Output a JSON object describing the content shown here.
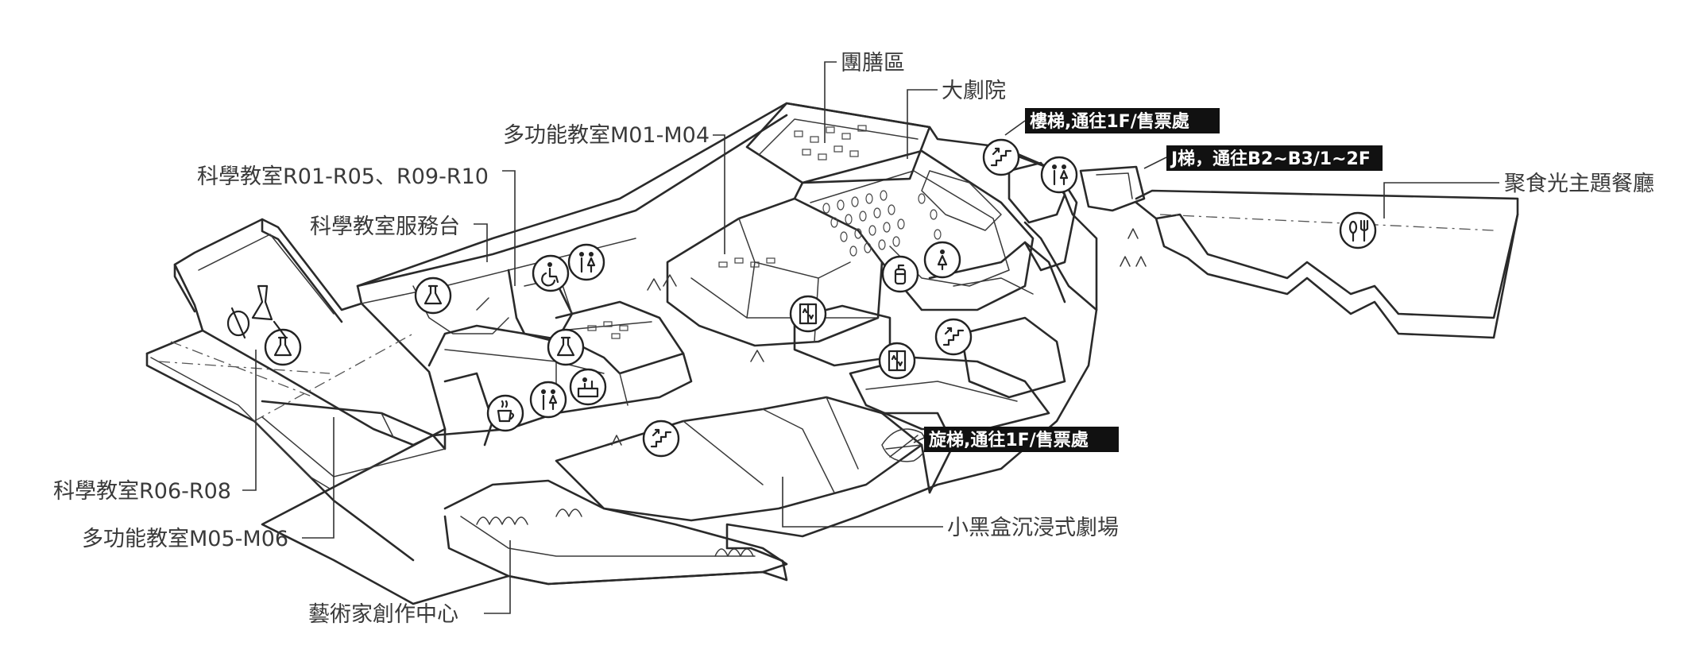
{
  "labels": {
    "catering": "團膳區",
    "grand_theater": "大劇院",
    "multi_m01_m04": "多功能教室M01-M04",
    "science_r01": "科學教室R01-R05、R09-R10",
    "science_service": "科學教室服務台",
    "food_court": "聚食光主題餐廳",
    "science_r06": "科學教室R06-R08",
    "multi_m05_m06": "多功能教室M05-M06",
    "black_box": "小黑盒沉浸式劇場",
    "artist_center": "藝術家創作中心"
  },
  "tags": {
    "stairs_1f": "樓梯,通往1F/售票處",
    "elevator_j": "J梯，通往B2~B3/1~2F",
    "spiral_stairs": "旋梯,通往1F/售票處"
  },
  "icons": [
    "science-flask",
    "wheelchair-restroom",
    "restroom",
    "science-flask",
    "cafe-cup",
    "restroom",
    "service-desk",
    "stairs",
    "elevator",
    "restroom",
    "fire-extinguisher",
    "elevator",
    "stairs",
    "stairs",
    "restroom",
    "restaurant"
  ],
  "colors": {
    "ink": "#222222",
    "tag_background": "#111111",
    "tag_text": "#ffffff",
    "label_text": "#3a3a3a"
  }
}
